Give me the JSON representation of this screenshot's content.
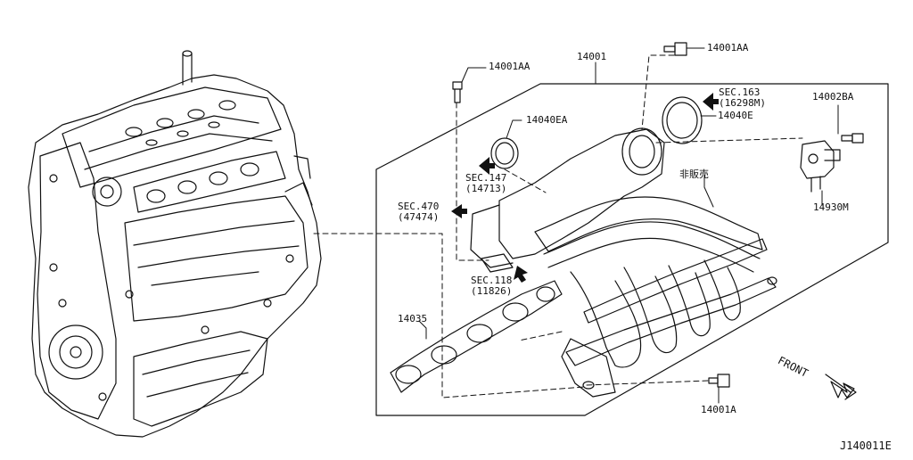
{
  "diagram_id": "J140011E",
  "front_label": "FRONT",
  "not_sold_label": "非販売",
  "parts": {
    "p14001": "14001",
    "p14001AA_a": "14001AA",
    "p14001AA_b": "14001AA",
    "p14002BA": "14002BA",
    "p14040EA": "14040EA",
    "p14040E": "14040E",
    "p14930M": "14930M",
    "p14035": "14035",
    "p14001A": "14001A"
  },
  "sections": {
    "sec163": {
      "title": "SEC.163",
      "ref": "(16298M)"
    },
    "sec147": {
      "title": "SEC.147",
      "ref": "(14713)"
    },
    "sec470": {
      "title": "SEC.470",
      "ref": "(47474)"
    },
    "sec118": {
      "title": "SEC.118",
      "ref": "(11826)"
    }
  }
}
